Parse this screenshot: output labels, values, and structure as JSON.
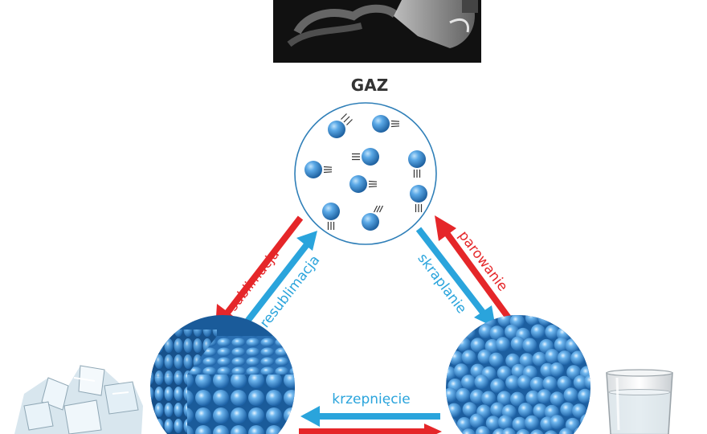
{
  "title": "GAZ",
  "transitions": {
    "sublimation": "sublimacja",
    "resublimation": "resublimacja",
    "condensation": "skraplanie",
    "evaporation": "parowanie",
    "freezing": "krzepnięcie"
  },
  "colors": {
    "red_arrow": "#e52629",
    "blue_arrow": "#2aa4dc",
    "molecule": "#2f86c9",
    "gas_circle_border": "#2f7fb8"
  }
}
